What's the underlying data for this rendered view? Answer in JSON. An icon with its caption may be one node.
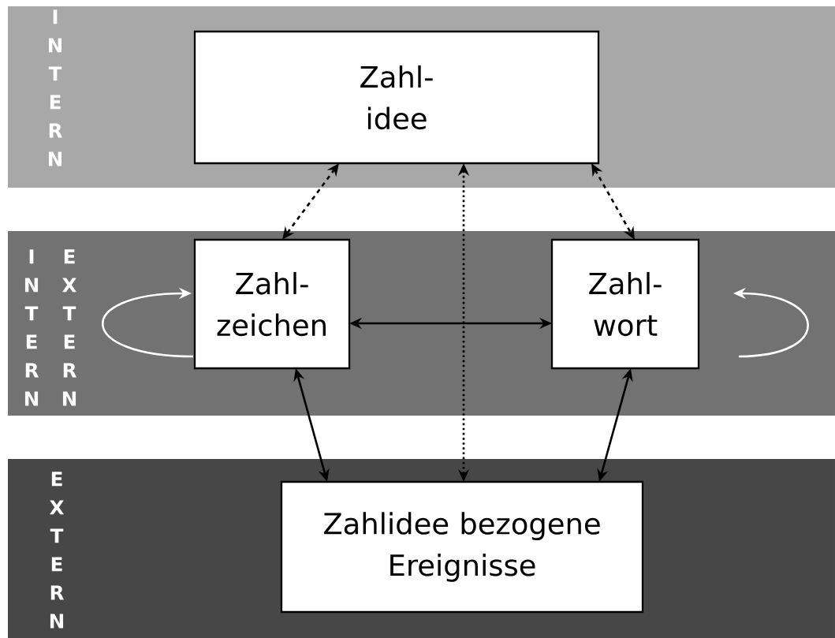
{
  "diagram": {
    "nodes": [
      {
        "text": [
          "INTERN"
        ]
      },
      {
        "text": [
          "Zahl- idee"
        ],
        "in": 0
      },
      {
        "text": [
          "INTERN",
          "EXTERN"
        ]
      },
      {
        "text": [
          "Zahl- zeichen"
        ],
        "in": 2
      },
      {
        "text": [
          "Zahl- wort"
        ],
        "in": 2
      },
      {
        "text": [
          "EXTERN"
        ]
      },
      {
        "text": [
          "Zahlidee bezogene Ereignisse"
        ],
        "in": 5
      }
    ],
    "edges": [
      {
        "from": 1,
        "to": 3,
        "arrow": "both",
        "style": "dashed"
      },
      {
        "from": 1,
        "to": 6,
        "arrow": "both",
        "style": "dashed"
      },
      {
        "from": 1,
        "to": 4,
        "arrow": "both",
        "style": "dashed"
      },
      {
        "from": 3,
        "to": 4,
        "arrow": "both"
      },
      {
        "from": 3,
        "to": 6,
        "arrow": "both"
      },
      {
        "from": 4,
        "to": 6,
        "arrow": "both"
      },
      {
        "from": 3,
        "to": 3,
        "arrow": "to",
        "color": "#ffffff"
      },
      {
        "from": 4,
        "to": 4,
        "arrow": "to",
        "color": "#ffffff"
      }
    ]
  }
}
